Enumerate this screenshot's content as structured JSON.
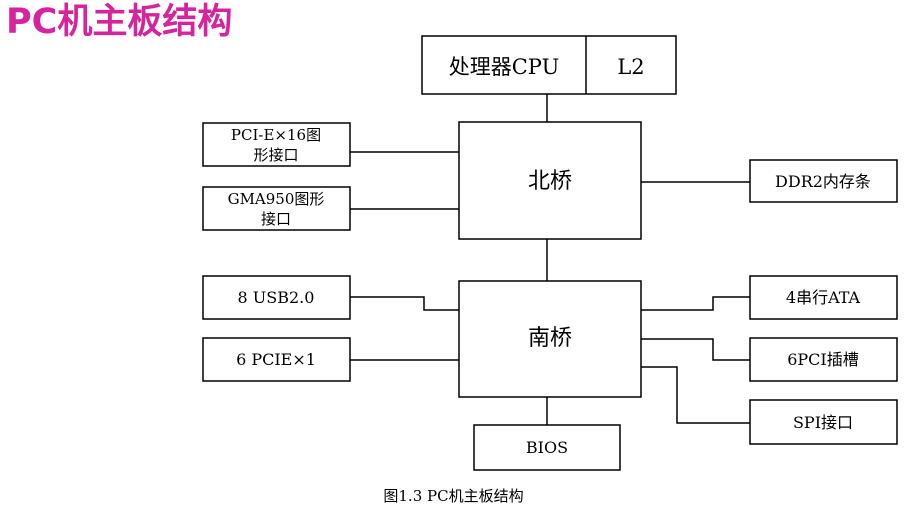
{
  "title": "PC机主板结构",
  "colors": {
    "title": "#d6249c",
    "lines": "#000000",
    "box_fill": "#ffffff"
  },
  "diagram": {
    "cpu": "处理器CPU",
    "l2": "L2",
    "north_bridge": "北桥",
    "south_bridge": "南桥",
    "pcie_x16": [
      "PCI-E×16图",
      "形接口"
    ],
    "gma950": [
      "GMA950图形",
      "接口"
    ],
    "ddr2": "DDR2内存条",
    "usb": "8 USB2.0",
    "pcie_x1": "6 PCIE×1",
    "sata": "4串行ATA",
    "pci": "6PCI插槽",
    "spi": "SPI接口",
    "bios": "BIOS"
  },
  "caption": "图1.3 PC机主板结构"
}
